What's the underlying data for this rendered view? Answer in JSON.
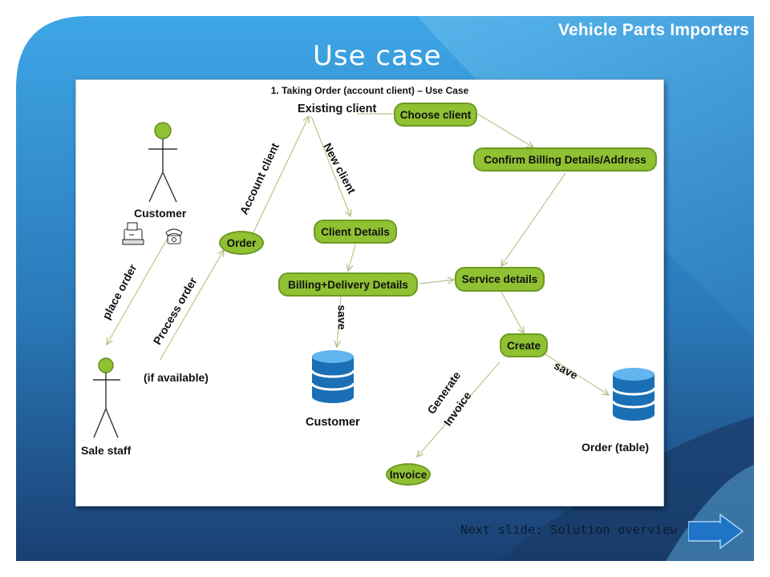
{
  "slide": {
    "brand": "Vehicle Parts Importers",
    "title": "Use case",
    "next_label": "Next slide: Solution overview"
  },
  "diagram": {
    "title": "1. Taking Order (account client) – Use Case",
    "actors": {
      "customer": "Customer",
      "sale_staff": "Sale staff"
    },
    "nodes": {
      "existing_client": "Existing client",
      "choose_client": "Choose client",
      "confirm_billing": "Confirm Billing Details/Address",
      "order": "Order",
      "client_details": "Client Details",
      "billing_delivery": "Billing+Delivery Details",
      "service_details": "Service details",
      "create": "Create",
      "invoice": "Invoice"
    },
    "edge_labels": {
      "account_client": "Account client",
      "new_client": "New client",
      "place_order": "place order",
      "process_order": "Process order",
      "if_available": "(if available)",
      "save_customer": "save",
      "save_order": "save",
      "generate": "Generate",
      "invoice_line": "Invoice"
    },
    "databases": {
      "customer_db": "Customer",
      "order_db": "Order (table)"
    },
    "icons": [
      "fax-icon",
      "telephone-icon",
      "database-icon",
      "next-arrow-icon"
    ],
    "colors": {
      "node_fill": "#8fc132",
      "node_border": "#6d9a22",
      "edge": "#b3c98a",
      "db_blue": "#1a6fb5"
    }
  }
}
